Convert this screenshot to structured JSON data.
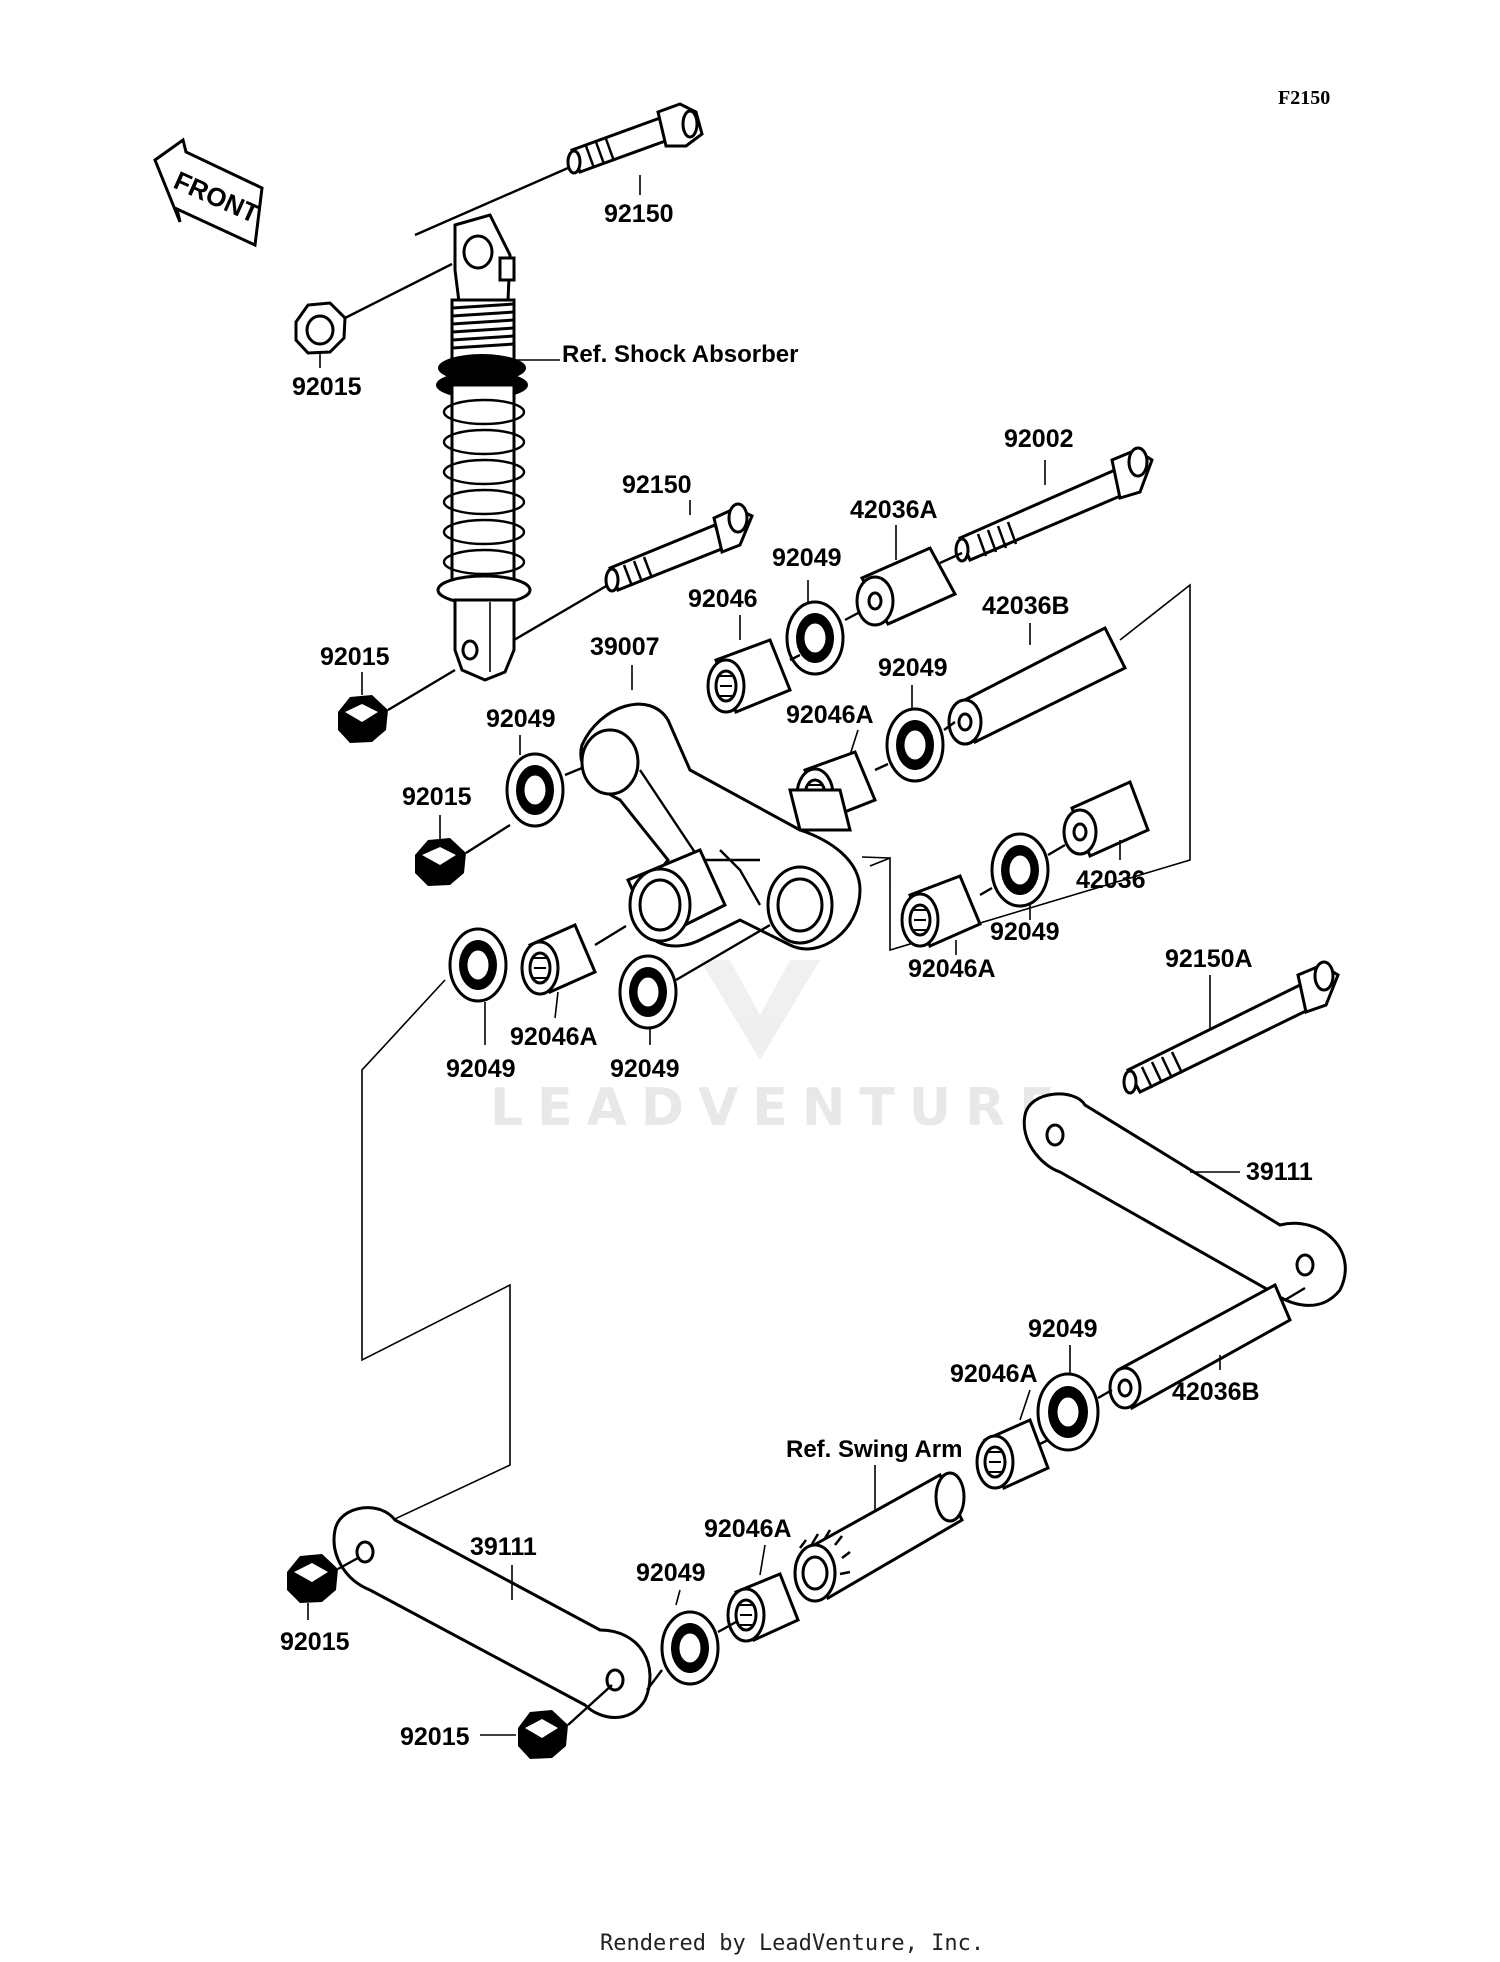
{
  "diagram_code": "F2150",
  "front_arrow_text": "FRONT",
  "watermark": "LEADVENTURE",
  "footer": "Rendered by LeadVenture, Inc.",
  "refs": {
    "shock_absorber": "Ref. Shock Absorber",
    "swing_arm": "Ref. Swing Arm"
  },
  "parts": {
    "bolt_92150_top": "92150",
    "nut_92015_top": "92015",
    "bolt_92002": "92002",
    "bolt_92150_mid": "92150",
    "collar_42036A": "42036A",
    "seal_92049_a": "92049",
    "bearing_92046": "92046",
    "collar_42036B_top": "42036B",
    "nut_92015_mid": "92015",
    "rocker_39007": "39007",
    "seal_92049_b": "92049",
    "bearing_92046A_a": "92046A",
    "seal_92049_c": "92049",
    "nut_92015_c": "92015",
    "collar_42036": "42036",
    "seal_92049_d": "92049",
    "bearing_92046A_b": "92046A",
    "bolt_92150A": "92150A",
    "seal_92049_e": "92049",
    "bearing_92046A_c": "92046A",
    "seal_92049_f": "92049",
    "tierod_39111_right": "39111",
    "seal_92049_g": "92049",
    "bearing_92046A_d": "92046A",
    "collar_42036B_bottom": "42036B",
    "bearing_92046A_e": "92046A",
    "tierod_39111_left": "39111",
    "seal_92049_h": "92049",
    "nut_92015_d": "92015",
    "nut_92015_e": "92015"
  }
}
